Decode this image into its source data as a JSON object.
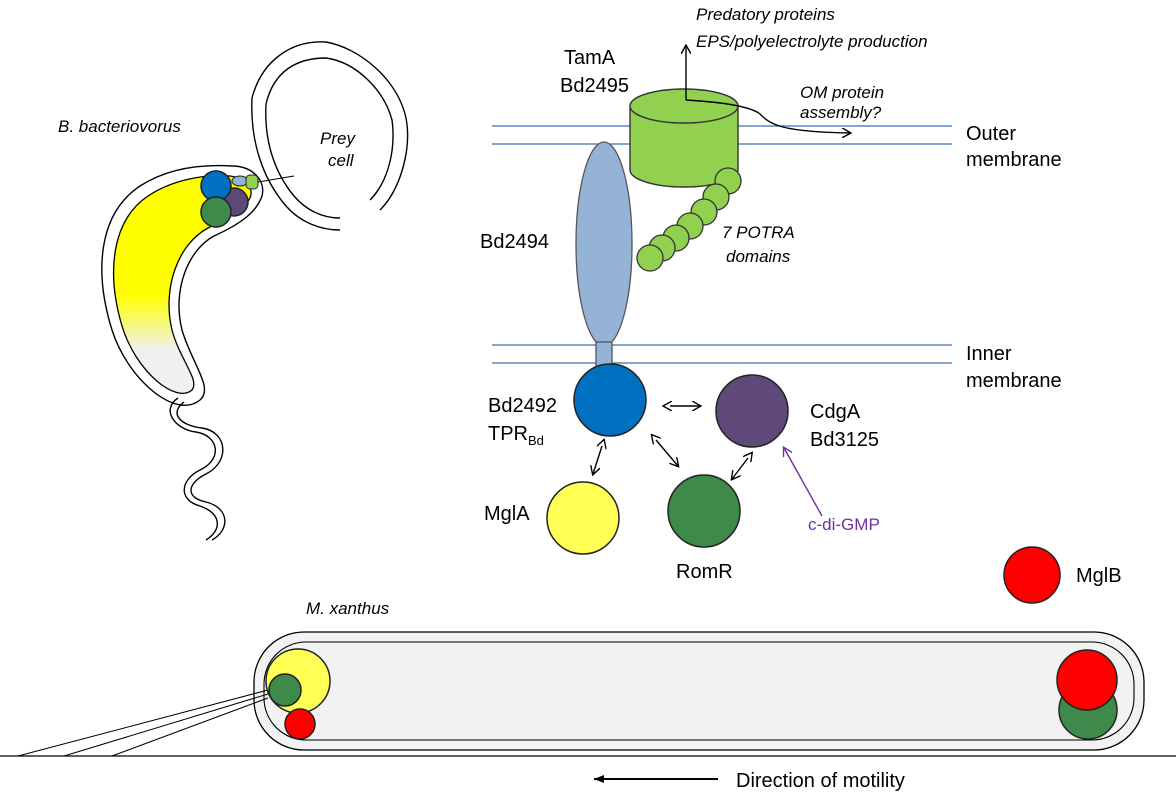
{
  "colors": {
    "tamA": "#92d050",
    "bd2494": "#95b3d7",
    "bd2492": "#0070c0",
    "cdgA": "#5f497a",
    "mglA": "#ffff55",
    "romR": "#3d8a4a",
    "mglB": "#ff0000",
    "membrane": "#3a6fb0",
    "c_di_gmp": "#7030a0"
  },
  "bdello": {
    "species": "B. bacteriovorus",
    "prey_line1": "Prey",
    "prey_line2": "cell"
  },
  "membranes": {
    "outer_line1": "Outer",
    "outer_line2": "membrane",
    "inner_line1": "Inner",
    "inner_line2": "membrane"
  },
  "proteins": {
    "tamA_line1": "TamA",
    "tamA_line2": "Bd2495",
    "bd2494": "Bd2494",
    "potra_line1": "7 POTRA",
    "potra_line2": "domains",
    "bd2492_line1": "Bd2492",
    "tpr_main": "TPR",
    "tpr_sub": "Bd",
    "cdgA_line1": "CdgA",
    "cdgA_line2": "Bd3125",
    "mglA": "MglA",
    "romR": "RomR",
    "mglB": "MglB",
    "c_di_gmp": "c-di-GMP"
  },
  "annotations": {
    "predatory": "Predatory proteins",
    "eps": "EPS/polyelectrolyte production",
    "om_line1": "OM protein",
    "om_line2": "assembly?"
  },
  "myxo": {
    "species": "M. xanthus",
    "direction": "Direction of motility"
  }
}
